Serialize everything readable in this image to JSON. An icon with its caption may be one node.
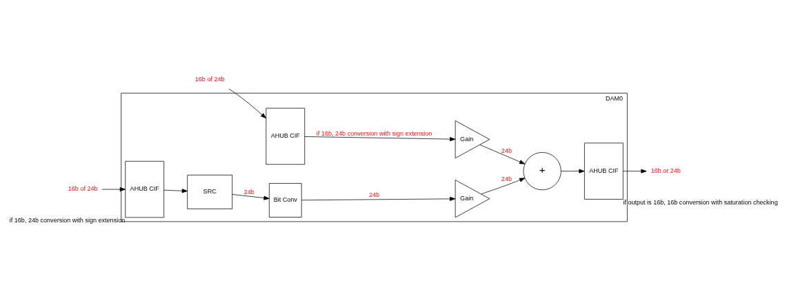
{
  "diagram": {
    "nodes": [
      {
        "text": [
          "DAM0"
        ]
      },
      {
        "text": [
          "16b of 24b"
        ]
      },
      {
        "text": [
          "AHUB CIF"
        ],
        "in": 0,
        "beside": [
          "if 16b, 24b conversion with sign extension"
        ]
      },
      {
        "text": [
          "SRC"
        ],
        "in": 0
      },
      {
        "text": [
          "Bit Conv"
        ],
        "in": 0
      },
      {
        "text": [
          "Gain"
        ],
        "in": 0
      },
      {
        "text": [
          "+"
        ],
        "in": 0
      },
      {
        "text": [
          "AHUB CIF"
        ],
        "in": 0,
        "beside": [
          "if output is 16b, 16b conversion with saturation checking"
        ]
      },
      {
        "text": [
          "16b or 24b"
        ]
      },
      {
        "text": [
          "16b of 24b"
        ]
      },
      {
        "text": [
          "AHUB CIF"
        ],
        "in": 0
      },
      {
        "text": [
          "Gain"
        ],
        "in": 0
      }
    ],
    "edges": [
      {
        "from": 1,
        "to": 2,
        "arrow": "to"
      },
      {
        "from": 2,
        "to": 3,
        "arrow": "to"
      },
      {
        "from": 3,
        "to": 4,
        "arrow": "to",
        "label": "24b"
      },
      {
        "from": 4,
        "to": 5,
        "arrow": "to",
        "label": "24b"
      },
      {
        "from": 5,
        "to": 6,
        "arrow": "to",
        "label": "24b"
      },
      {
        "from": 11,
        "to": 6,
        "arrow": "to",
        "label": "24b"
      },
      {
        "from": 6,
        "to": 7,
        "arrow": "to"
      },
      {
        "from": 7,
        "to": 8,
        "arrow": "to"
      },
      {
        "from": 9,
        "to": 10,
        "arrow": "to"
      },
      {
        "from": 10,
        "to": 11,
        "arrow": "to",
        "label": "if 16b, 24b conversion with sign extension"
      }
    ]
  }
}
